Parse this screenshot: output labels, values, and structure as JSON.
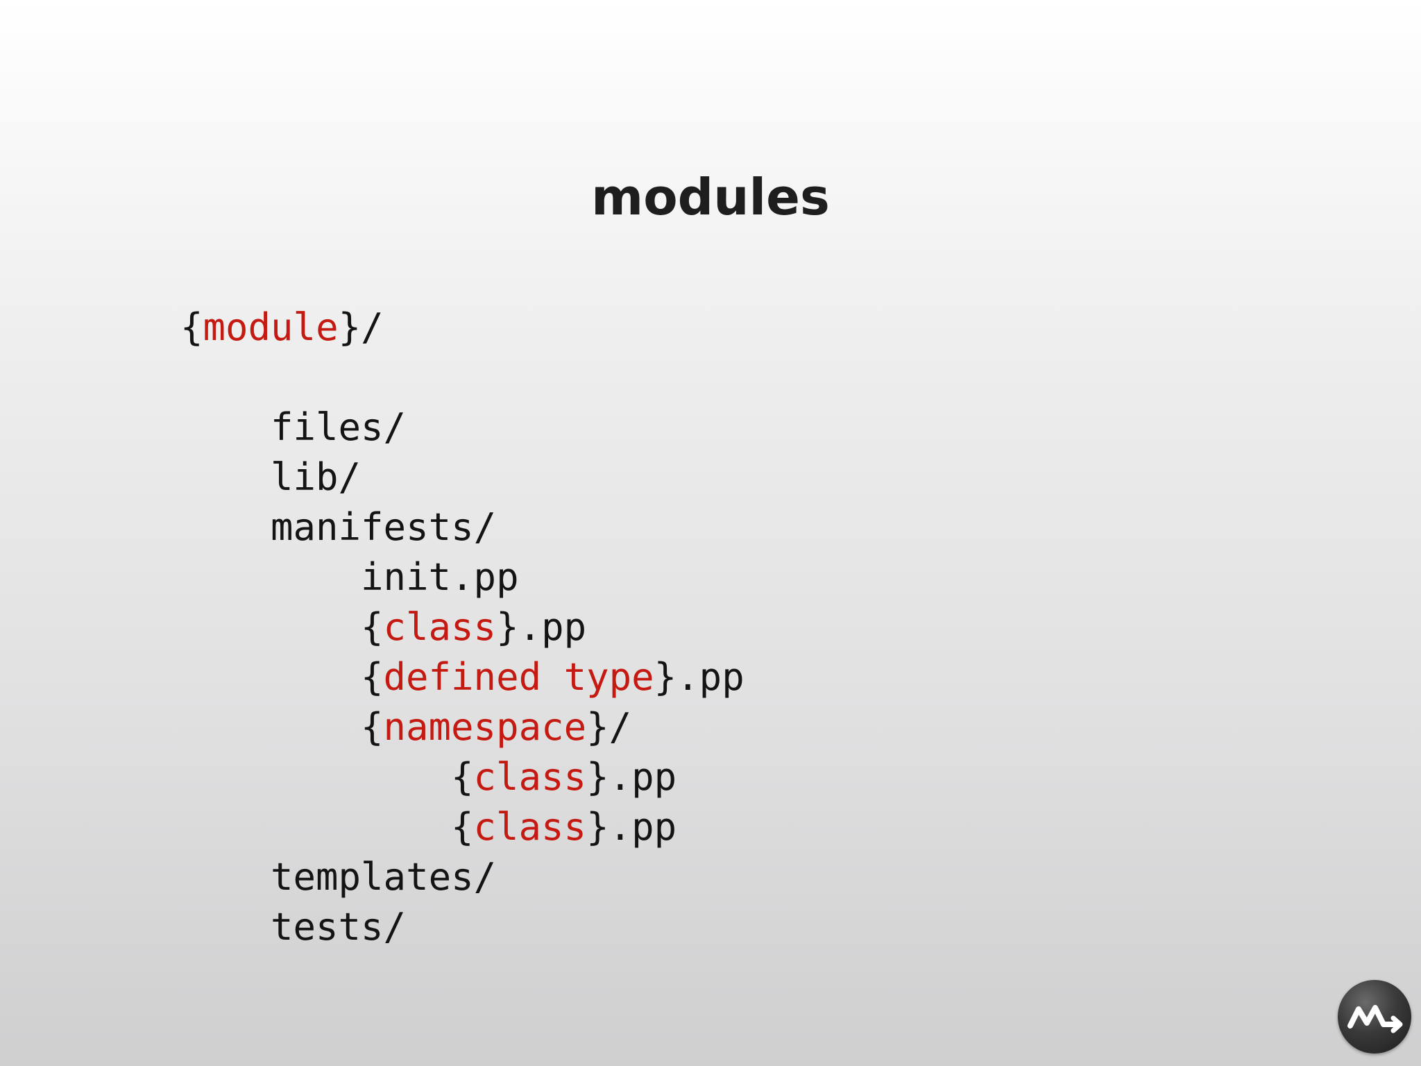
{
  "slide": {
    "title": "modules"
  },
  "tree": [
    {
      "indent": 0,
      "segments": [
        {
          "text": "{",
          "hl": false
        },
        {
          "text": "module",
          "hl": true
        },
        {
          "text": "}/",
          "hl": false
        }
      ]
    },
    {
      "indent": -1,
      "segments": []
    },
    {
      "indent": 1,
      "segments": [
        {
          "text": "files/",
          "hl": false
        }
      ]
    },
    {
      "indent": 1,
      "segments": [
        {
          "text": "lib/",
          "hl": false
        }
      ]
    },
    {
      "indent": 1,
      "segments": [
        {
          "text": "manifests/",
          "hl": false
        }
      ]
    },
    {
      "indent": 2,
      "segments": [
        {
          "text": "init.pp",
          "hl": false
        }
      ]
    },
    {
      "indent": 2,
      "segments": [
        {
          "text": "{",
          "hl": false
        },
        {
          "text": "class",
          "hl": true
        },
        {
          "text": "}.pp",
          "hl": false
        }
      ]
    },
    {
      "indent": 2,
      "segments": [
        {
          "text": "{",
          "hl": false
        },
        {
          "text": "defined type",
          "hl": true
        },
        {
          "text": "}.pp",
          "hl": false
        }
      ]
    },
    {
      "indent": 2,
      "segments": [
        {
          "text": "{",
          "hl": false
        },
        {
          "text": "namespace",
          "hl": true
        },
        {
          "text": "}/",
          "hl": false
        }
      ]
    },
    {
      "indent": 3,
      "segments": [
        {
          "text": "{",
          "hl": false
        },
        {
          "text": "class",
          "hl": true
        },
        {
          "text": "}.pp",
          "hl": false
        }
      ]
    },
    {
      "indent": 3,
      "segments": [
        {
          "text": "{",
          "hl": false
        },
        {
          "text": "class",
          "hl": true
        },
        {
          "text": "}.pp",
          "hl": false
        }
      ]
    },
    {
      "indent": 1,
      "segments": [
        {
          "text": "templates/",
          "hl": false
        }
      ]
    },
    {
      "indent": 1,
      "segments": [
        {
          "text": "tests/",
          "hl": false
        }
      ]
    }
  ],
  "colors": {
    "highlight": "#c41a12",
    "text": "#141414",
    "title": "#1e1e1e"
  },
  "logo": {
    "icon": "m-arrow-logo-icon"
  }
}
